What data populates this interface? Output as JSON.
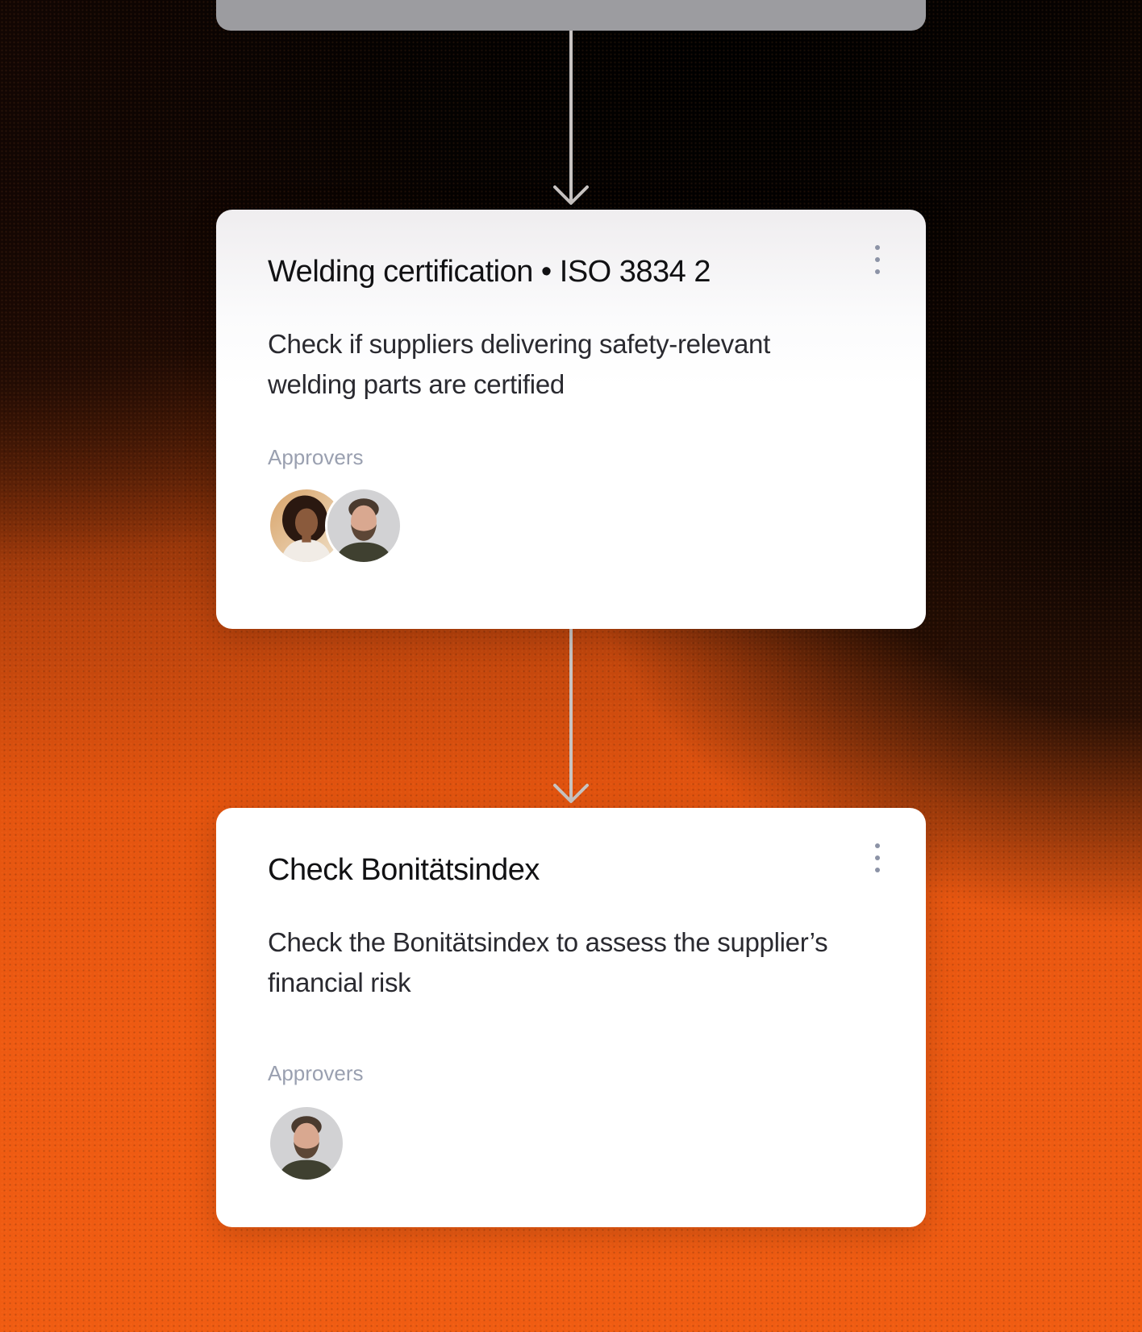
{
  "workflow": {
    "steps": [
      {
        "title": "Welding certification • ISO 3834 2",
        "description": "Check if suppliers delivering safety-relevant welding parts are certified",
        "approvers_label": "Approvers",
        "approvers": [
          {
            "avatar": "woman-avatar"
          },
          {
            "avatar": "man-avatar"
          }
        ],
        "menu_icon": "more-vertical-icon"
      },
      {
        "title": "Check Bonitätsindex",
        "description": "Check the Bonitätsindex to assess the supplier’s financial risk",
        "approvers_label": "Approvers",
        "approvers": [
          {
            "avatar": "man-avatar"
          }
        ],
        "menu_icon": "more-vertical-icon"
      }
    ]
  },
  "colors": {
    "accent_orange": "#f05c12",
    "card_bg": "#ffffff",
    "muted_label": "#9aa0b0",
    "connector": "#c9c4c2"
  }
}
